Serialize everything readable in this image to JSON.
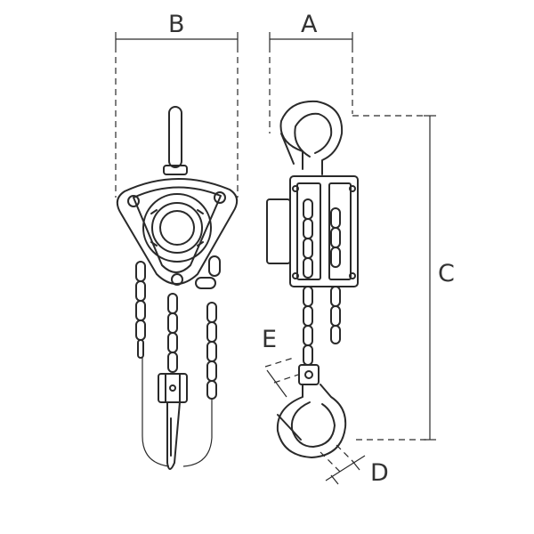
{
  "labels": {
    "a": "A",
    "b": "B",
    "c": "C",
    "d": "D",
    "e": "E"
  },
  "colors": {
    "ink": "#2a2a2a",
    "label": "#333333",
    "background": "#ffffff"
  }
}
